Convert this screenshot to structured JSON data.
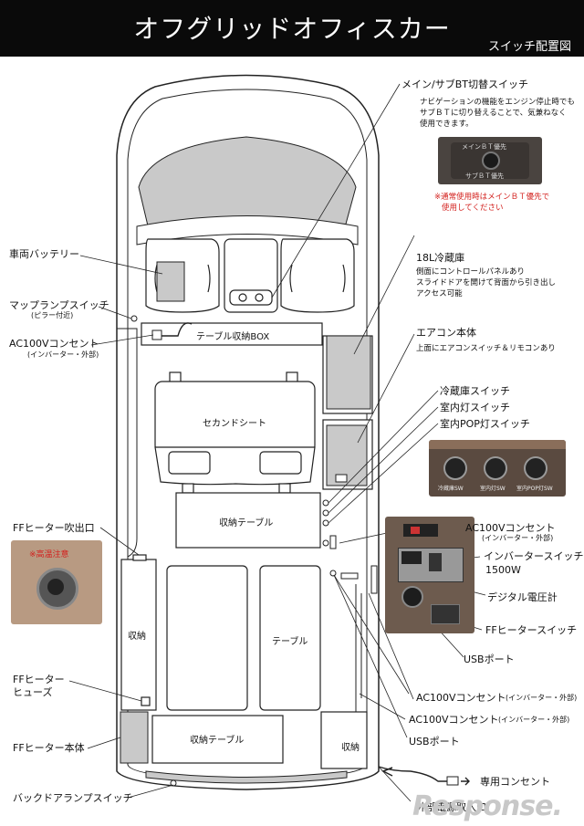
{
  "header": {
    "title": "オフグリッドオフィスカー",
    "subtitle": "スイッチ配置図"
  },
  "interior": {
    "table_box": "テーブル収納BOX",
    "second_seat": "セカンドシート",
    "storage_table_mid": "収納テーブル",
    "storage_left": "収納",
    "table": "テーブル",
    "storage_table_rear": "収納テーブル",
    "storage_rear_right": "収納"
  },
  "callouts": {
    "main_sub": "メイン/サブBT切替スイッチ",
    "main_sub_desc": [
      "ナビゲーションの機能をエンジン停止時でも",
      "サブＢＴに切り替えることで、気兼ねなく",
      "使用できます。"
    ],
    "main_sub_warning": [
      "※通常使用時はメインＢＴ優先で",
      "使用してください"
    ],
    "battery": "車両バッテリー",
    "map_lamp": "マップランプスイッチ",
    "map_lamp_sub": "(ピラー付近)",
    "ac100_front": "AC100Vコンセント",
    "ac100_front_sub": "(インバーター・外部)",
    "fridge": "18L冷蔵庫",
    "fridge_desc": [
      "側面にコントロールパネルあり",
      "スライドドアを開けて背面から引き出し",
      "アクセス可能"
    ],
    "aircon": "エアコン本体",
    "aircon_desc": "上面にエアコンスイッチ＆リモコンあり",
    "fridge_switch": "冷蔵庫スイッチ",
    "room_light": "室内灯スイッチ",
    "pop_light": "室内POP灯スイッチ",
    "ff_outlet": "FFヒーター吹出口",
    "ff_fuse": [
      "FFヒーター",
      "ヒューズ"
    ],
    "ff_body": "FFヒーター本体",
    "back_door": "バックドアランプスイッチ",
    "ac100_panel": "AC100Vコンセント",
    "ac100_panel_sub": "(インバーター・外部)",
    "inverter_switch": "インバータースイッチ",
    "inverter_watt": "1500W",
    "voltmeter": "デジタル電圧計",
    "ff_switch": "FFヒータースイッチ",
    "usb_port_1": "USBポート",
    "ac100_rear_1": "AC100Vコンセント",
    "ac100_rear_1_sub": "(インバーター・外部)",
    "ac100_rear_2": "AC100Vコンセント",
    "ac100_rear_2_sub": "(インバーター・外部)",
    "usb_port_2": "USBポート",
    "dedicated_outlet": "専用コンセント",
    "external_power": "外部電源取入口"
  },
  "photos": {
    "main_bt": "メインＢＴ優先",
    "sub_bt": "サブＢＴ優先",
    "sw1": "冷蔵庫SW",
    "sw2": "室内灯SW",
    "sw3": "室内POP灯SW",
    "high_temp": "※高温注意"
  },
  "watermark": "Response.",
  "colors": {
    "banner": "#0a0a0a",
    "warning": "#d3201d",
    "panel_grey": "#c9c9c9"
  }
}
